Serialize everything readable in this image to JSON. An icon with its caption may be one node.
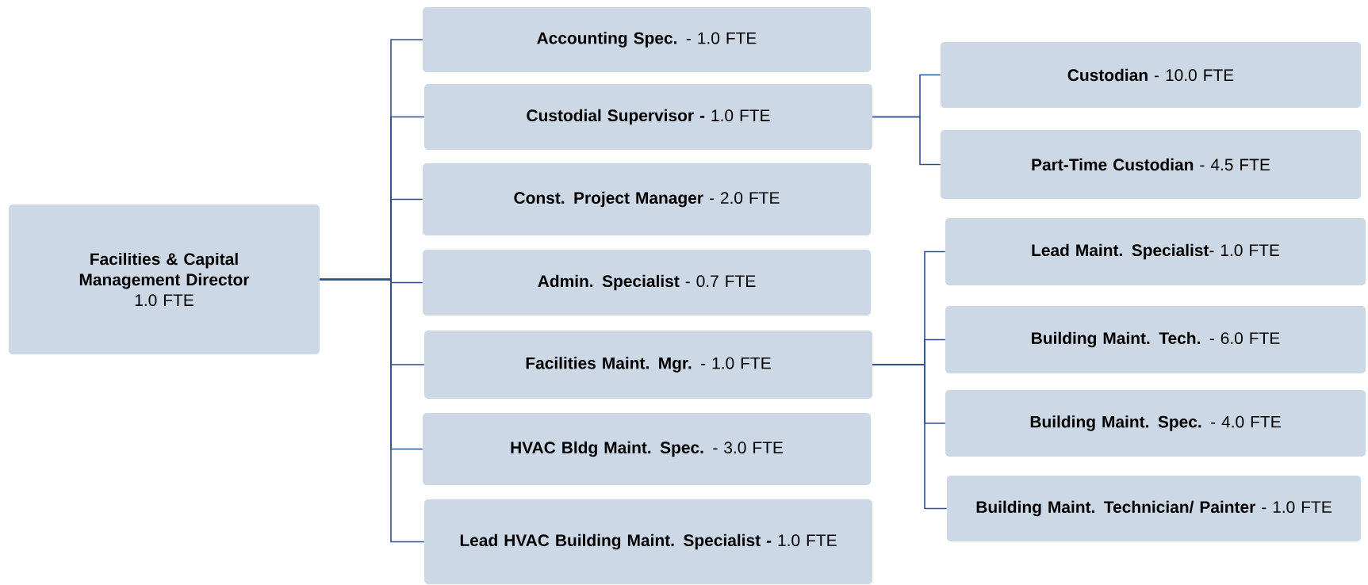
{
  "diagram": {
    "nodes": [
      {
        "text": [
          "Facilities & Capital Management Director",
          "1.0 FTE"
        ]
      },
      {
        "text": [
          "**Accounting  Spec.** - 1.0 FTE"
        ]
      },
      {
        "text": [
          "**Custodial Supervisor -** 1.0 FTE"
        ]
      },
      {
        "text": [
          "**Const. Project Manager** - 2.0 FTE"
        ]
      },
      {
        "text": [
          "**Admin. Specialist** - 0.7 FTE"
        ]
      },
      {
        "text": [
          "**Facilities Maint. Mgr.** - 1.0 FTE"
        ]
      },
      {
        "text": [
          "**HVAC Bldg Maint. Spec.** - 3.0 FTE"
        ]
      },
      {
        "text": [
          "**Lead HVAC Building Maint. Specialist -** 1.0 FTE"
        ]
      },
      {
        "text": [
          "**Custodian** - 10.0 FTE"
        ]
      },
      {
        "text": [
          "**Part-Time  Custodian** - 4.5 FTE"
        ]
      },
      {
        "text": [
          "**Lead  Maint. Specialist**- 1.0 FTE"
        ]
      },
      {
        "text": [
          "**Building Maint. Tech.** - 6.0 FTE"
        ]
      },
      {
        "text": [
          "**Building Maint. Spec.** - 4.0 FTE"
        ]
      },
      {
        "text": [
          "**Building Maint. Technician/ Painter** - 1.0 FTE"
        ]
      }
    ],
    "edges": [
      {
        "from": 0,
        "to": 1,
        "arrow": "none"
      },
      {
        "from": 0,
        "to": 2,
        "arrow": "none"
      },
      {
        "from": 0,
        "to": 3,
        "arrow": "none"
      },
      {
        "from": 0,
        "to": 4,
        "arrow": "none"
      },
      {
        "from": 0,
        "to": 5,
        "arrow": "none"
      },
      {
        "from": 0,
        "to": 6,
        "arrow": "none"
      },
      {
        "from": 0,
        "to": 7,
        "arrow": "none"
      },
      {
        "from": 2,
        "to": 8,
        "arrow": "none"
      },
      {
        "from": 2,
        "to": 9,
        "arrow": "none"
      },
      {
        "from": 5,
        "to": 10,
        "arrow": "none"
      },
      {
        "from": 5,
        "to": 11,
        "arrow": "none"
      },
      {
        "from": 5,
        "to": 12,
        "arrow": "none"
      },
      {
        "from": 5,
        "to": 13,
        "arrow": "none"
      }
    ]
  }
}
